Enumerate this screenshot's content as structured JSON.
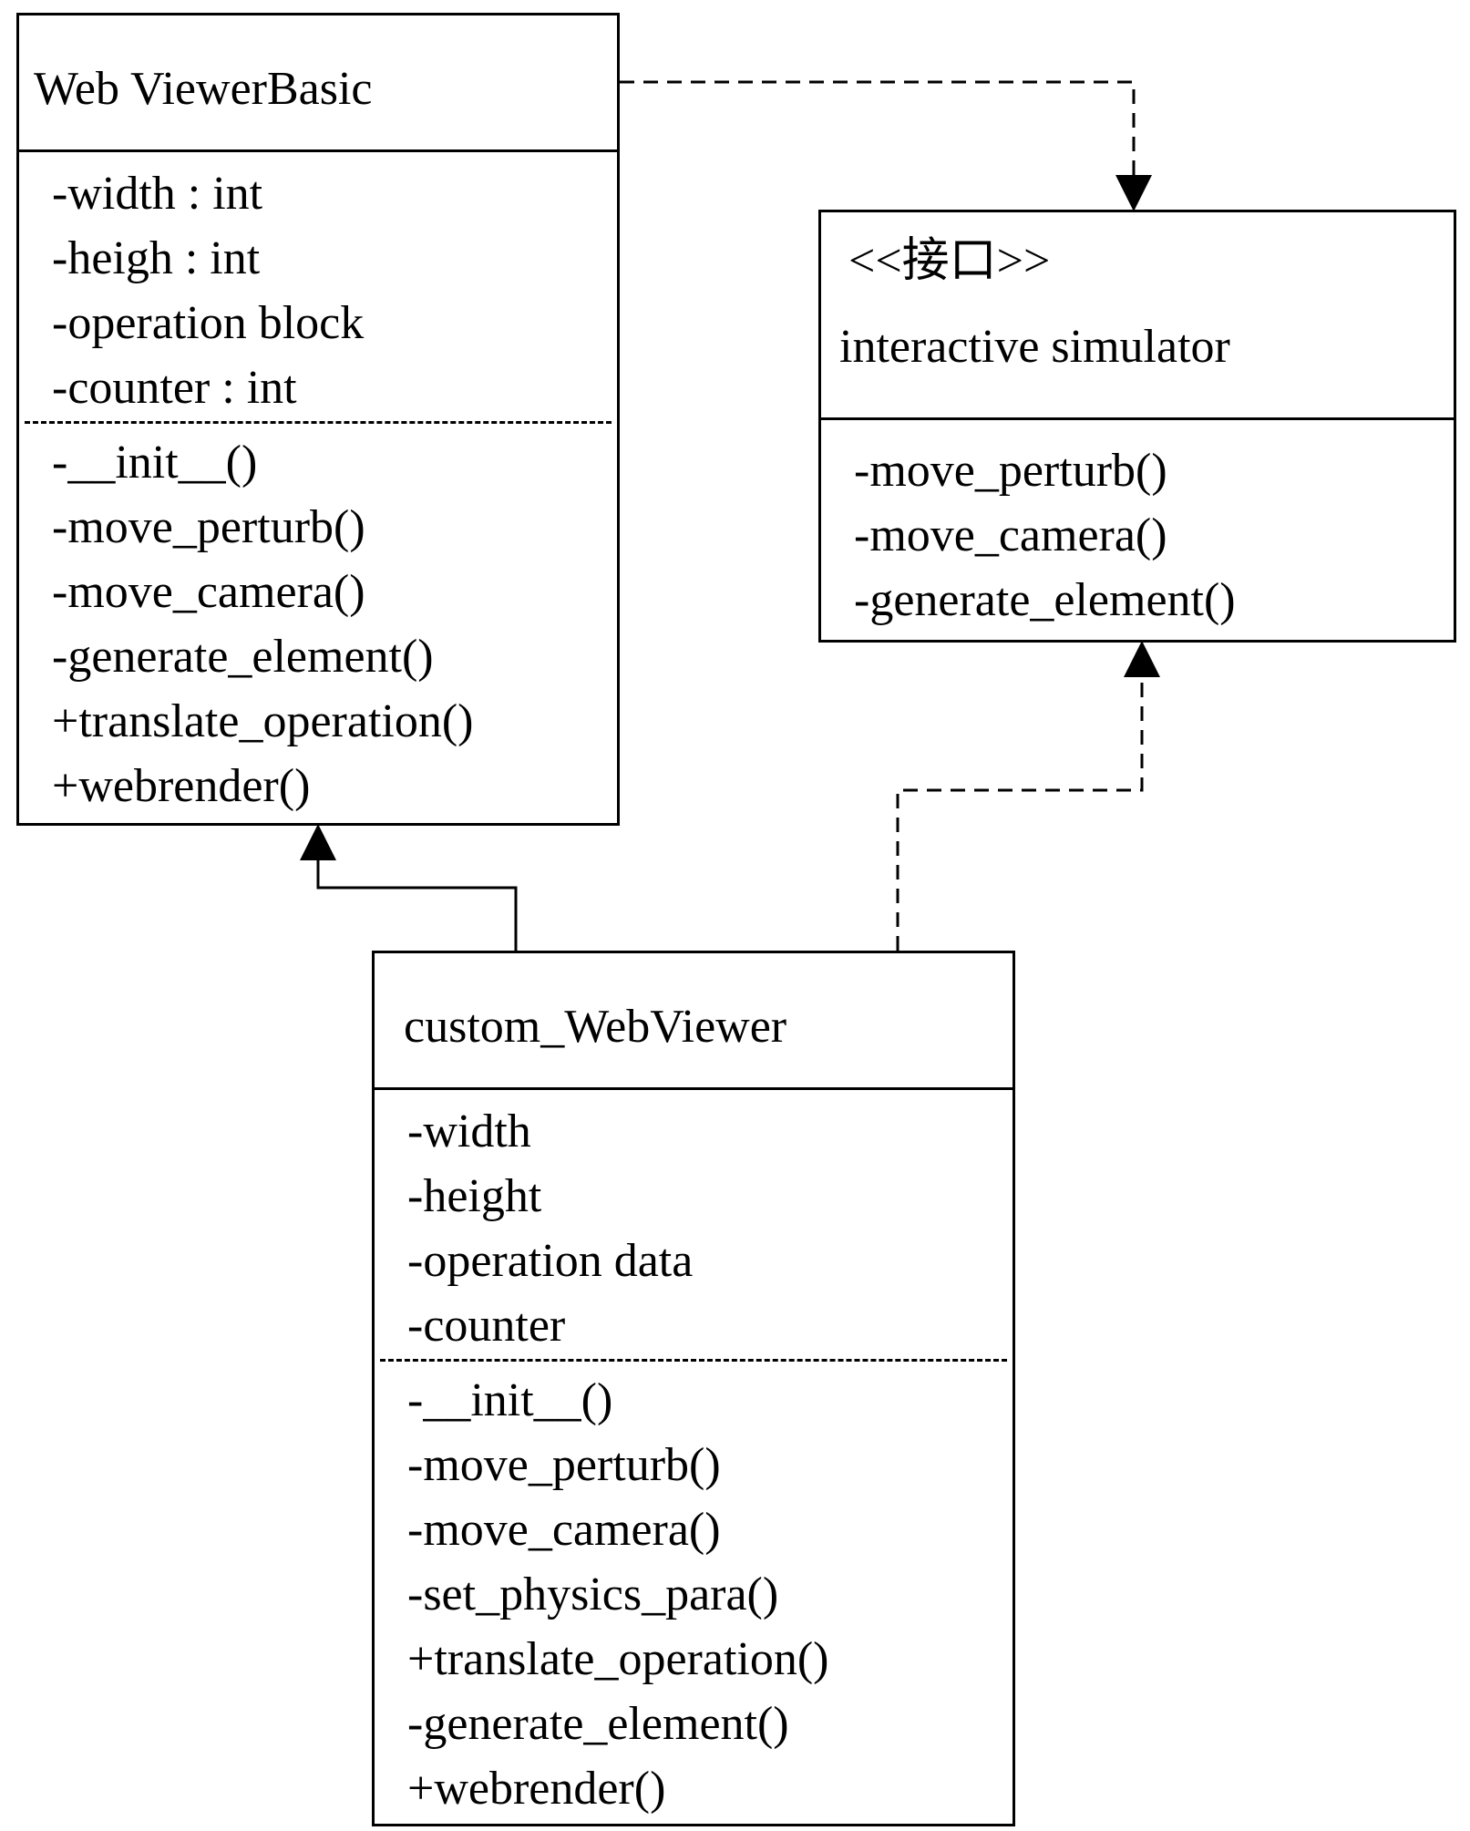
{
  "diagram": {
    "web_viewer_basic": {
      "name": "Web ViewerBasic",
      "attributes": [
        "-width : int",
        "-heigh : int",
        "-operation block",
        "-counter : int"
      ],
      "methods": [
        "-__init__()",
        "-move_perturb()",
        "-move_camera()",
        "-generate_element()",
        "+translate_operation()",
        "+webrender()"
      ]
    },
    "interface": {
      "stereotype": "<<接口>>",
      "name": "interactive simulator",
      "methods": [
        "-move_perturb()",
        "-move_camera()",
        "-generate_element()"
      ]
    },
    "custom_web_viewer": {
      "name": "custom_WebViewer",
      "attributes": [
        "-width",
        "-height",
        "-operation data",
        "-counter"
      ],
      "methods": [
        "-__init__()",
        "-move_perturb()",
        "-move_camera()",
        "-set_physics_para()",
        "+translate_operation()",
        "-generate_element()",
        "+webrender()"
      ]
    },
    "relations": [
      {
        "from": "Web ViewerBasic",
        "to": "interactive simulator",
        "type": "dependency"
      },
      {
        "from": "custom_WebViewer",
        "to": "Web ViewerBasic",
        "type": "inheritance"
      },
      {
        "from": "custom_WebViewer",
        "to": "interactive simulator",
        "type": "realization"
      }
    ]
  }
}
